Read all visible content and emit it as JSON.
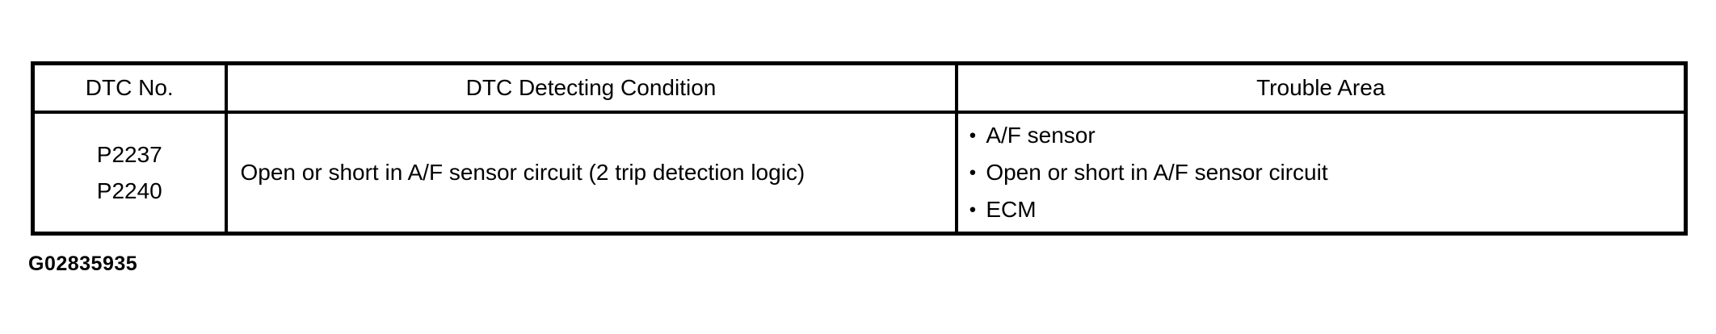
{
  "page": {
    "background_color": "#ffffff",
    "text_color": "#000000",
    "border_color": "#000000",
    "figure_code": "G02835935"
  },
  "icons": {
    "bullet": "•"
  },
  "table": {
    "headers": [
      "DTC No.",
      "DTC Detecting Condition",
      "Trouble Area"
    ],
    "row": {
      "dtc_numbers": [
        "P2237",
        "P2240"
      ],
      "detecting_condition": "Open or short in A/F sensor circuit (2 trip detection logic)",
      "trouble_areas": [
        "A/F sensor",
        "Open or short in A/F sensor circuit",
        "ECM"
      ]
    }
  }
}
